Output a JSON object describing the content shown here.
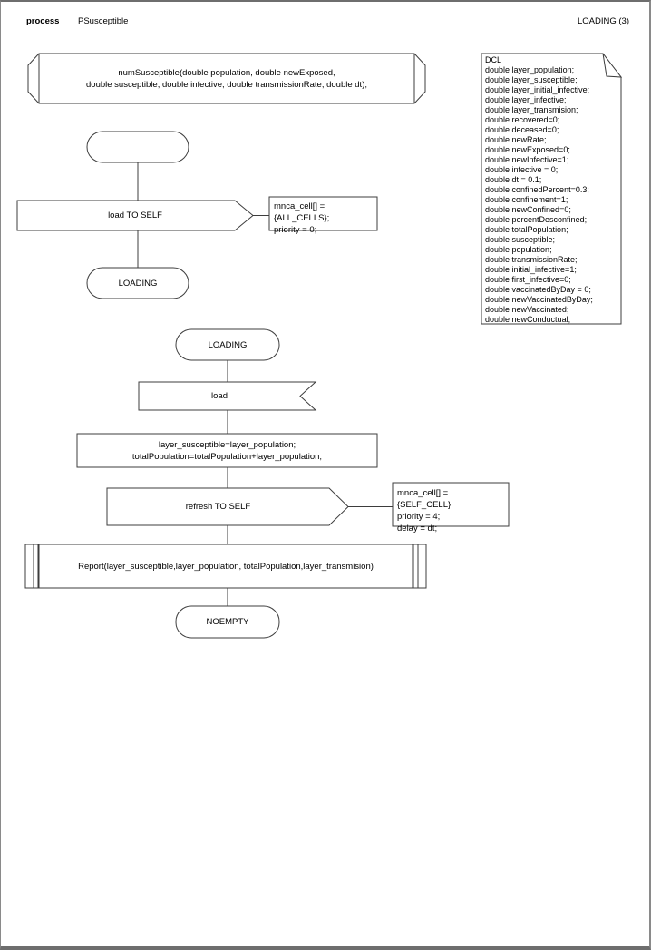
{
  "header": {
    "kind_label": "process",
    "process_name": "PSusceptible",
    "status": "LOADING (3)"
  },
  "colors": {
    "shape_stroke": "#3d3d3d",
    "page_border": "#6e6e6e",
    "text": "#000000",
    "background": "#ffffff"
  },
  "nodes": {
    "signature": {
      "lines": [
        "numSusceptible(double population, double newExposed,",
        "double susceptible, double infective, double transmissionRate, double dt);"
      ]
    },
    "start_state": {
      "label": ""
    },
    "load_to_self": {
      "label": "load TO SELF"
    },
    "note_load": {
      "lines": [
        "mnca_cell[] = {ALL_CELLS};",
        "priority = 0;"
      ]
    },
    "loading_state_top": {
      "label": "LOADING"
    },
    "loading_state_entry": {
      "label": "LOADING"
    },
    "load_receive": {
      "label": "load"
    },
    "assign": {
      "lines": [
        "layer_susceptible=layer_population;",
        "totalPopulation=totalPopulation+layer_population;"
      ]
    },
    "refresh_to_self": {
      "label": "refresh TO SELF"
    },
    "note_refresh": {
      "lines": [
        "mnca_cell[] = {SELF_CELL};",
        "priority = 4;",
        "delay = dt;"
      ]
    },
    "report": {
      "label": "Report(layer_susceptible,layer_population, totalPopulation,layer_transmision)"
    },
    "noempty_state": {
      "label": "NOEMPTY"
    }
  },
  "dcl": {
    "title": "DCL",
    "lines": [
      "double layer_population;",
      "double layer_susceptible;",
      "double layer_initial_infective;",
      "double layer_infective;",
      "double layer_transmision;",
      "double recovered=0;",
      "double deceased=0;",
      "double newRate;",
      "double newExposed=0;",
      "double newInfective=1;",
      "double infective = 0;",
      "double dt = 0.1;",
      "double confinedPercent=0.3;",
      "double confinement=1;",
      "double newConfined=0;",
      "double percentDesconfined;",
      "double totalPopulation;",
      "double susceptible;",
      "double population;",
      "double transmissionRate;",
      "double initial_infective=1;",
      "double first_infective=0;",
      "double vaccinatedByDay = 0;",
      "double newVaccinatedByDay;",
      "double newVaccinated;",
      "double newConductual;"
    ]
  }
}
